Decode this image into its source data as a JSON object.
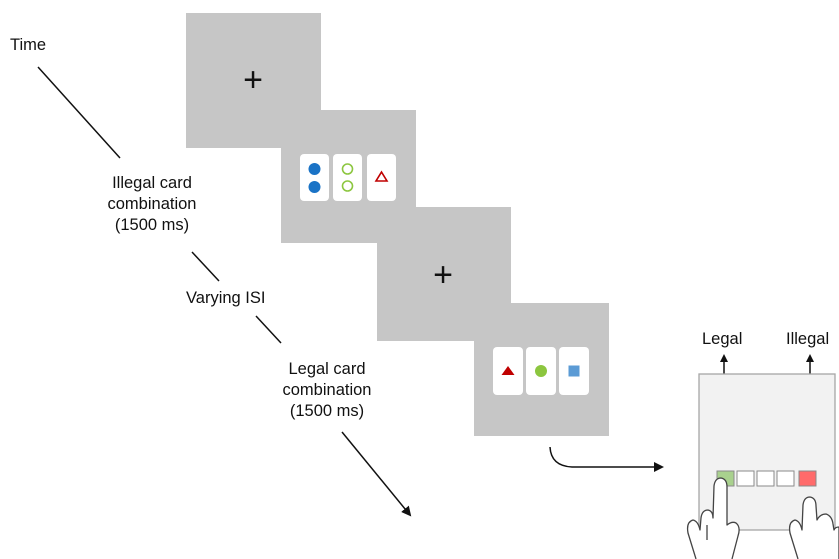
{
  "labels": {
    "time": "Time",
    "illegal_combo": [
      "Illegal card",
      "combination",
      "(1500 ms)"
    ],
    "varying_isi": "Varying ISI",
    "legal_combo": [
      "Legal card",
      "combination",
      "(1500 ms)"
    ],
    "legal_key": "Legal",
    "illegal_key": "Illegal"
  },
  "fixation_symbol": "+",
  "colors": {
    "screen_gray": "#c6c6c6",
    "card_white": "#ffffff",
    "blue": "#1a73c6",
    "green": "#8cc63f",
    "red": "#c00000",
    "light_blue": "#5b9bd5",
    "key_green": "#a9d18e",
    "key_red": "#ff6b6b",
    "device_fill": "#f2f2f2",
    "device_border": "#a6a6a6"
  },
  "illegal_cards": [
    {
      "shape": "circle",
      "count": 2,
      "fill": "filled",
      "color": "blue"
    },
    {
      "shape": "circle",
      "count": 2,
      "fill": "outline",
      "color": "green"
    },
    {
      "shape": "triangle",
      "count": 1,
      "fill": "outline",
      "color": "red"
    }
  ],
  "legal_cards": [
    {
      "shape": "triangle",
      "count": 1,
      "fill": "filled",
      "color": "red"
    },
    {
      "shape": "circle",
      "count": 1,
      "fill": "filled",
      "color": "green"
    },
    {
      "shape": "square",
      "count": 1,
      "fill": "filled",
      "color": "light_blue"
    }
  ]
}
